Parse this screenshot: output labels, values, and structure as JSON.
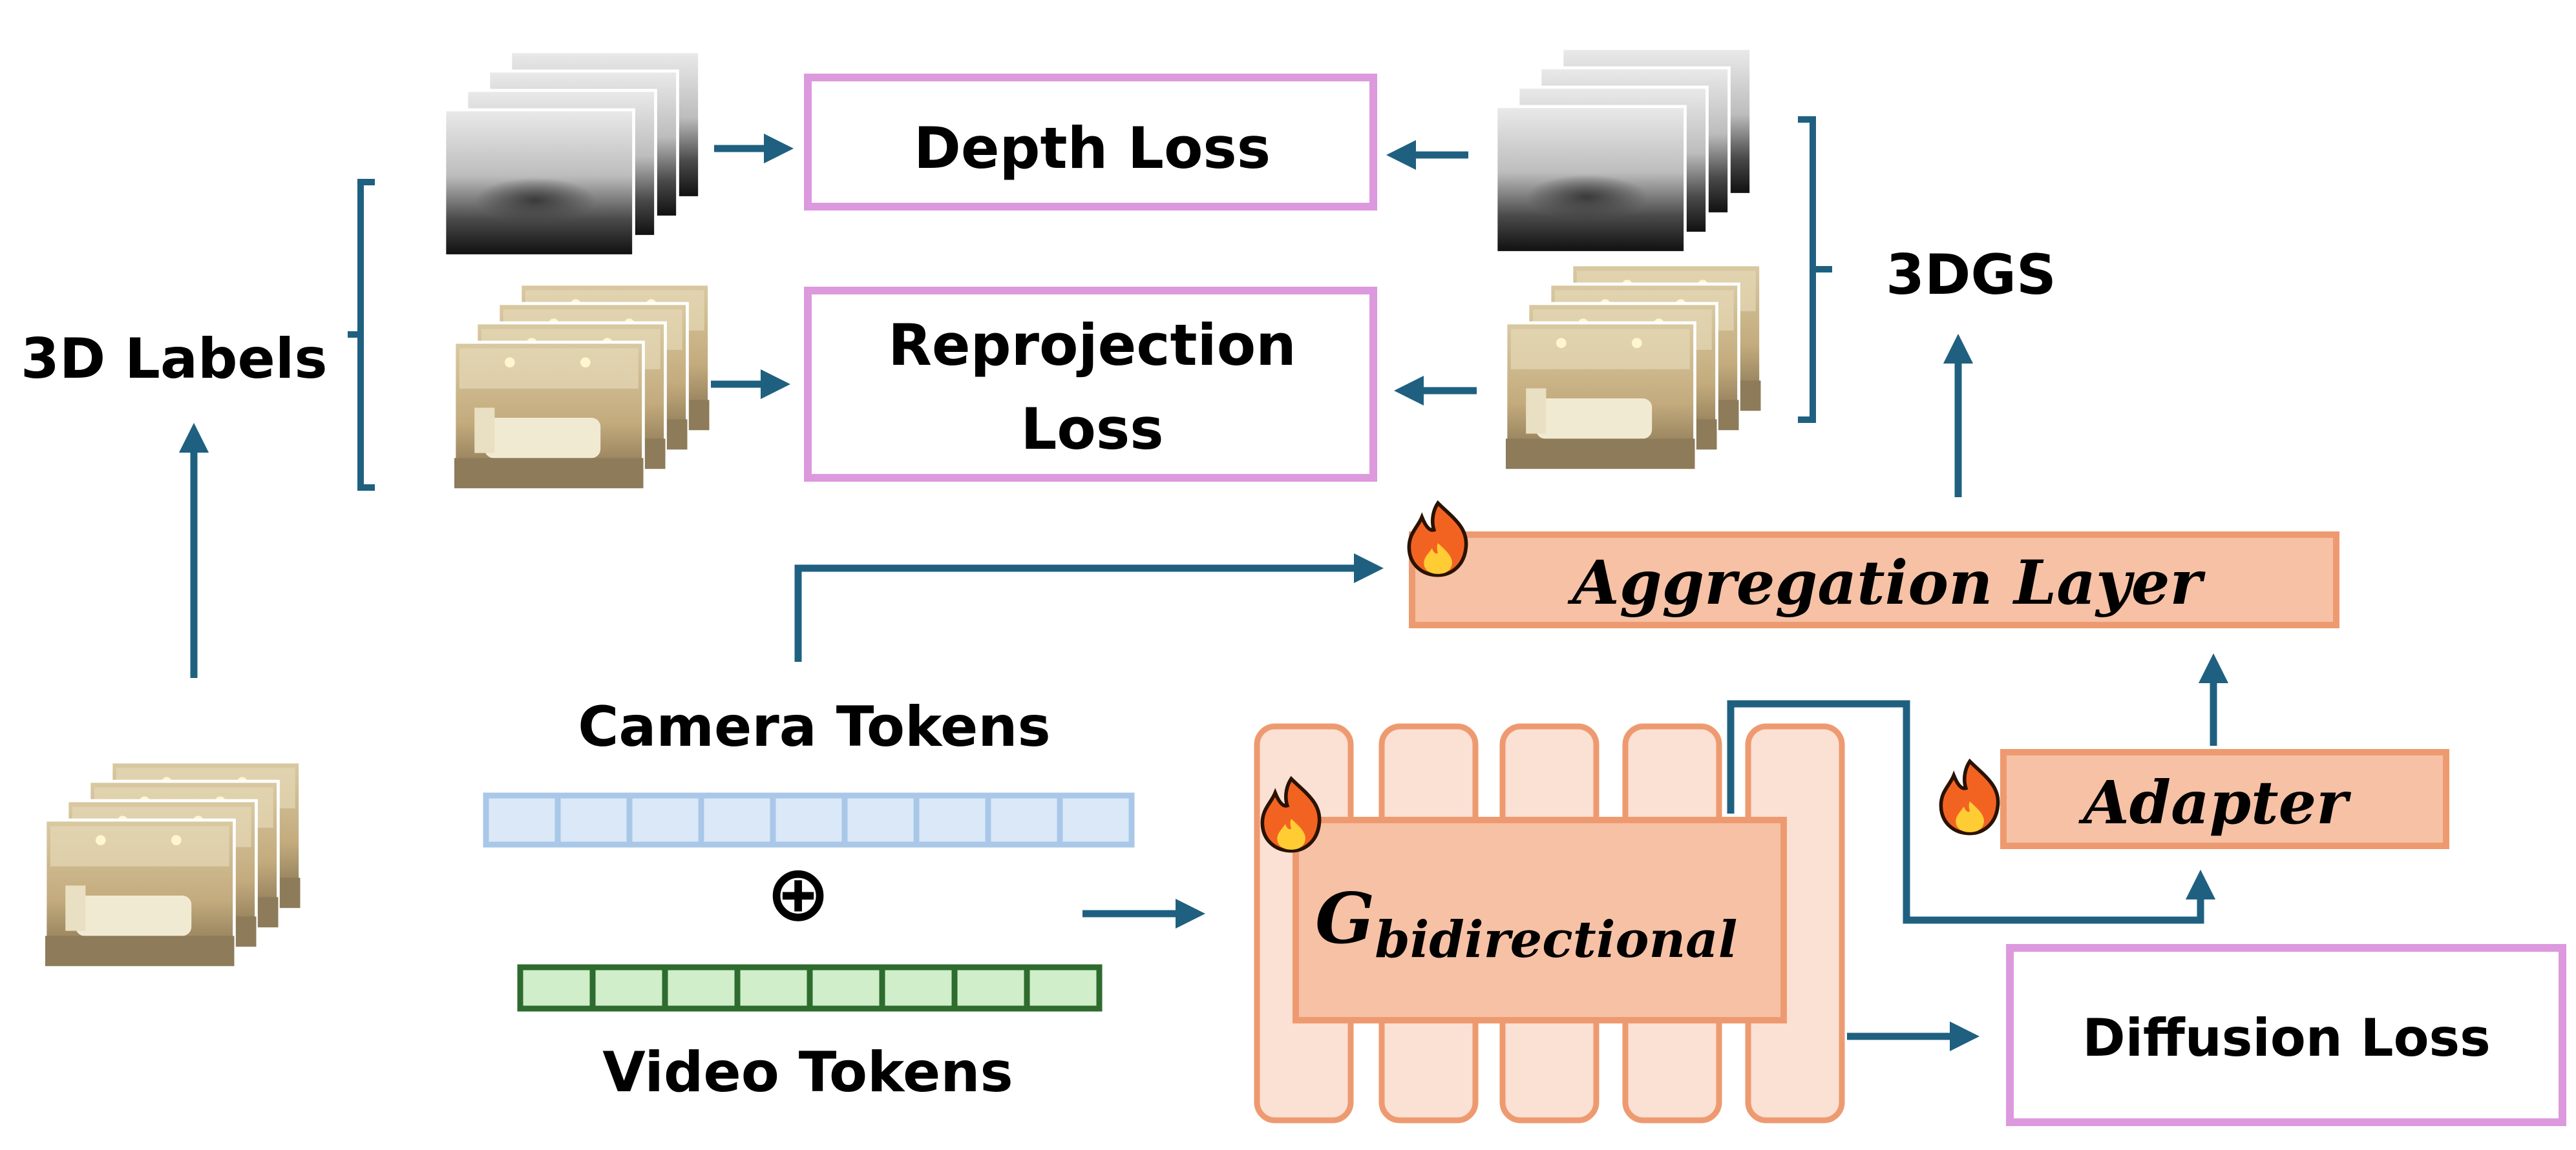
{
  "labels": {
    "labels_3d": "3D Labels",
    "depth_loss": "Depth Loss",
    "reprojection_loss_line1": "Reprojection",
    "reprojection_loss_line2": "Loss",
    "gs3d": "3DGS",
    "aggregation_layer": "Aggregation Layer",
    "camera_tokens": "Camera Tokens",
    "video_tokens": "Video Tokens",
    "adapter": "Adapter",
    "g_main": "G",
    "g_sub": "bidirectional",
    "diffusion_loss": "Diffusion Loss",
    "oplus": "⊕"
  },
  "colors": {
    "arrow": "#1f6080",
    "loss_border": "#dd99dd",
    "module_fill": "#f6c1a5",
    "module_border": "#ee9a70",
    "column_fill": "#fbe0d4",
    "camera_token_fill": "#dbe8f7",
    "camera_token_border": "#a9c8e8",
    "video_token_fill": "#cfeec9",
    "video_token_border": "#2e6b2e",
    "depth_dark": "#1a1a1a",
    "depth_light": "#d8d8d8",
    "rgb_wall": "#c9b48a",
    "rgb_floor": "#8b7a58"
  },
  "icons": {
    "trainable": "fire-icon",
    "depth_stack": "depth-map-stack",
    "rgb_stack": "rgb-frame-stack"
  },
  "token_counts": {
    "camera": 9,
    "video": 8
  }
}
